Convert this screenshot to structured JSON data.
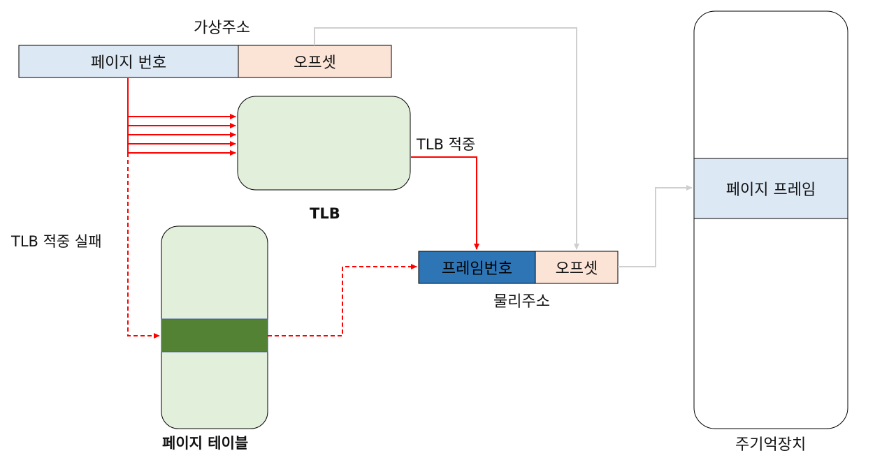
{
  "virtual_address": {
    "title": "가상주소",
    "page_number": "페이지 번호",
    "offset": "오프셋"
  },
  "tlb": {
    "label": "TLB",
    "hit_label": "TLB 적중",
    "miss_label": "TLB 적중 실패"
  },
  "page_table": {
    "label": "페이지 테이블"
  },
  "physical_address": {
    "title": "물리주소",
    "frame_number": "프레임번호",
    "offset": "오프셋"
  },
  "main_memory": {
    "label": "주기억장치",
    "page_frame": "페이지 프레임"
  },
  "colors": {
    "hit_arrow": "#ff0000",
    "offset_arrow": "#d0d0d0",
    "tlb_fill": "#e2efda",
    "page_number_fill": "#dde8f5",
    "offset_fill": "#fbe3d6",
    "frame_number_fill": "#2e75b6",
    "page_table_entry": "#548235"
  }
}
